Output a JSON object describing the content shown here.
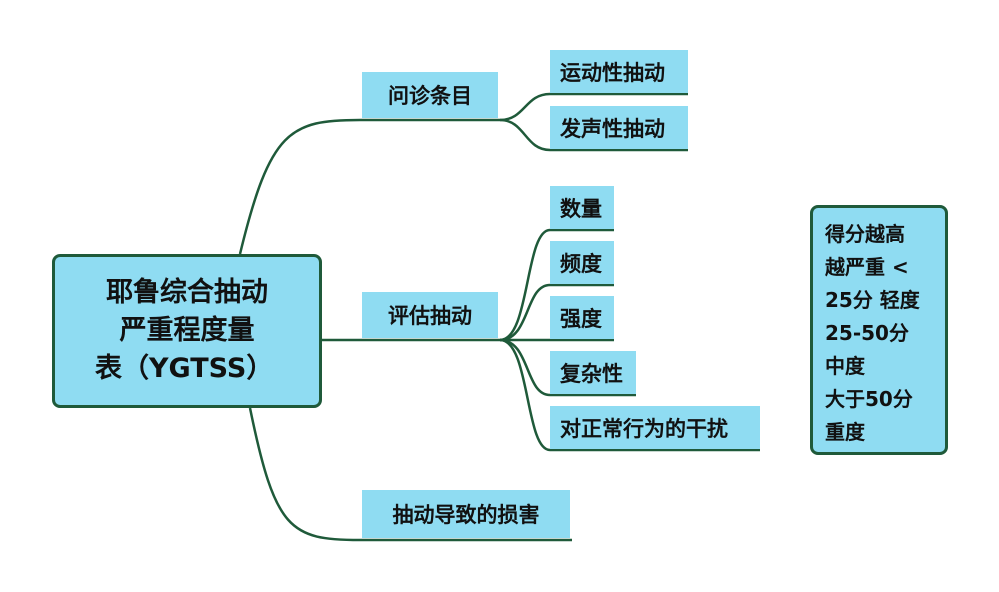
{
  "root": {
    "lines": [
      "耶鲁综合抽动",
      "严重程度量",
      "表（YGTSS）"
    ]
  },
  "branches": [
    {
      "label": "问诊条目",
      "children": [
        "运动性抽动",
        "发声性抽动"
      ]
    },
    {
      "label": "评估抽动",
      "children": [
        "数量",
        "频度",
        "强度",
        "复杂性",
        "对正常行为的干扰"
      ]
    },
    {
      "label": "抽动导致的损害",
      "children": []
    }
  ],
  "note": {
    "lines": [
      "得分越高",
      "越严重 <",
      "25分 轻度",
      "25-50分",
      "中度",
      "大于50分",
      "重度"
    ]
  },
  "colors": {
    "fill": "#8fdcf2",
    "stroke": "#1f5a3a",
    "text": "#111111"
  }
}
